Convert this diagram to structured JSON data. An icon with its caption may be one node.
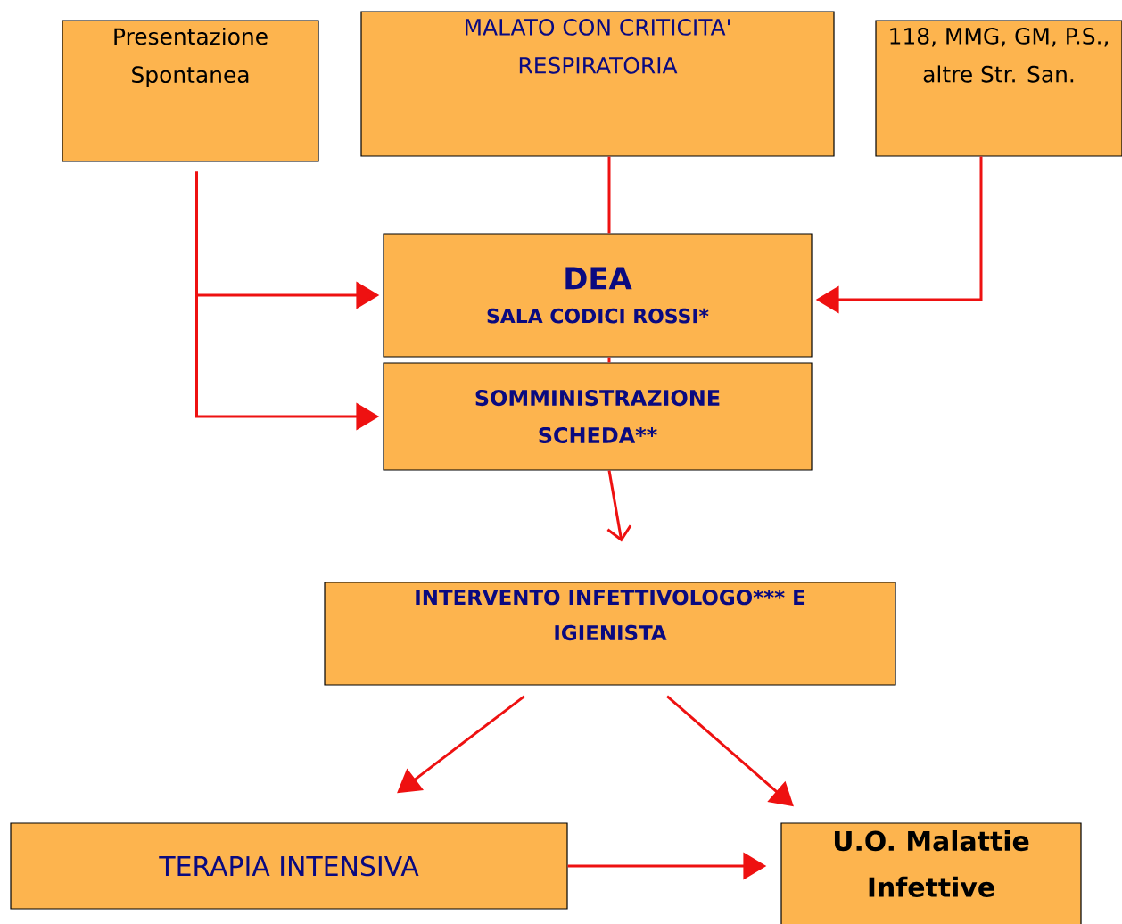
{
  "diagram": {
    "nodes": [
      {
        "text": [
          "Presentazione Spontanea"
        ]
      },
      {
        "text": [
          "MALATO CON CRITICITA' RESPIRATORIA"
        ]
      },
      {
        "text": [
          "118, MMG, GM, P.S., altre Str. San."
        ]
      },
      {
        "text": [
          "DEA",
          "SALA CODICI ROSSI*"
        ]
      },
      {
        "text": [
          "SOMMINISTRAZIONE SCHEDA**"
        ]
      },
      {
        "text": [
          "INTERVENTO INFETTIVOLOGO*** E IGIENISTA"
        ]
      },
      {
        "text": [
          "TERAPIA INTENSIVA"
        ]
      },
      {
        "text": [
          "U.O. Malattie Infettive"
        ]
      }
    ],
    "edges": [
      {
        "from": 0,
        "to": 3,
        "arrow": "to"
      },
      {
        "from": 0,
        "to": 4,
        "arrow": "to"
      },
      {
        "from": 1,
        "to": 3,
        "arrow": "none"
      },
      {
        "from": 2,
        "to": 3,
        "arrow": "to"
      },
      {
        "from": 3,
        "to": 4,
        "arrow": "none"
      },
      {
        "from": 4,
        "to": 5,
        "arrow": "to"
      },
      {
        "from": 5,
        "to": 6,
        "arrow": "to"
      },
      {
        "from": 5,
        "to": 7,
        "arrow": "to"
      },
      {
        "from": 6,
        "to": 7,
        "arrow": "to"
      }
    ]
  }
}
